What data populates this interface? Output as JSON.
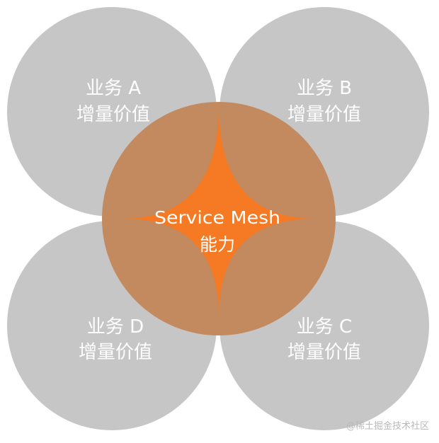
{
  "diagram": {
    "colors": {
      "outer_circle": "#c6c6c6",
      "center_circle": "#c28a5e",
      "center_star": "#f57a23",
      "text": "#ffffff",
      "watermark": "#b9b9b9"
    },
    "quadrants": {
      "a": {
        "title": "业务 A",
        "subtitle": "增量价值"
      },
      "b": {
        "title": "业务 B",
        "subtitle": "增量价值"
      },
      "c": {
        "title": "业务 C",
        "subtitle": "增量价值"
      },
      "d": {
        "title": "业务 D",
        "subtitle": "增量价值"
      }
    },
    "center": {
      "title": "Service Mesh",
      "subtitle": "能力"
    }
  },
  "watermark": "@稀土掘金技术社区"
}
